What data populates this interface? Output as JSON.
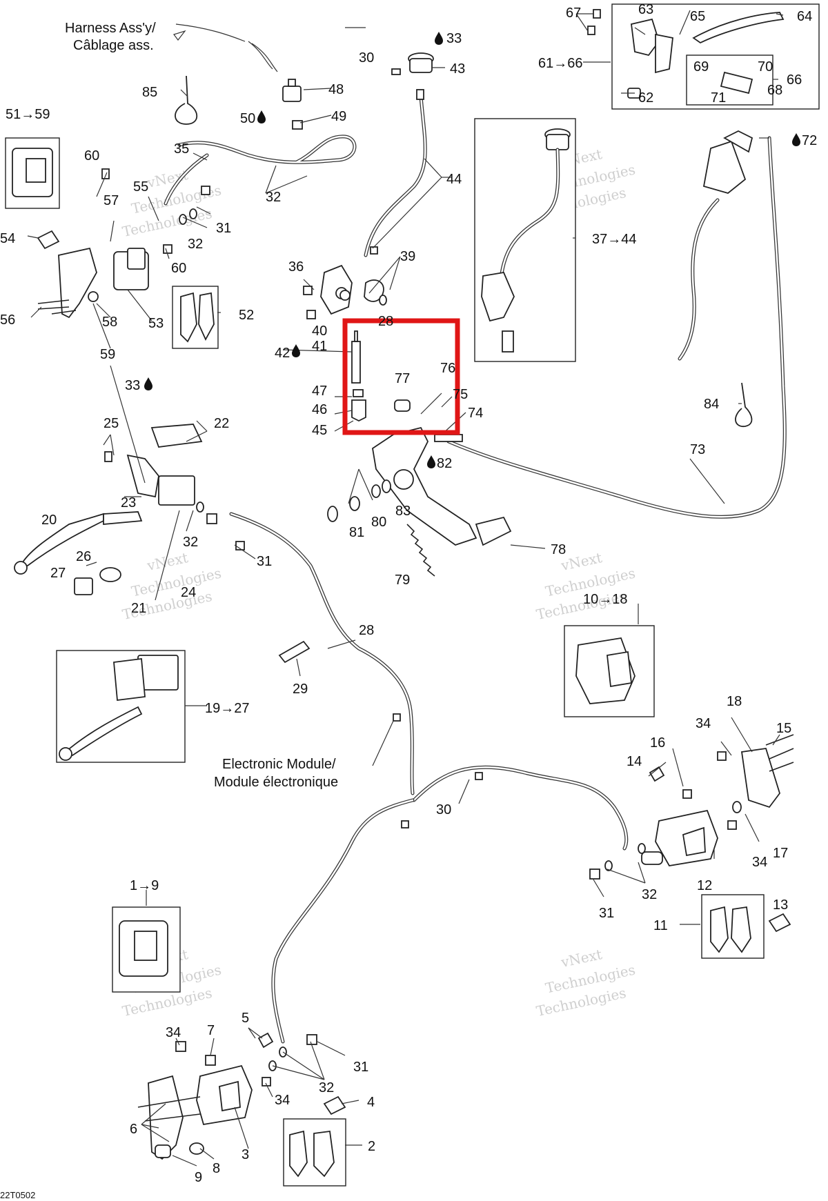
{
  "figure_code": "22T0502",
  "texts": {
    "harness_en": "Harness Ass'y/",
    "harness_fr": "Câblage ass.",
    "module_en": "Electronic Module/",
    "module_fr": "Module électronique"
  },
  "callouts": [
    {
      "id": "c1-9",
      "label": "1→9"
    },
    {
      "id": "c2",
      "label": "2"
    },
    {
      "id": "c3",
      "label": "3"
    },
    {
      "id": "c4",
      "label": "4"
    },
    {
      "id": "c5-top",
      "label": "5"
    },
    {
      "id": "c6",
      "label": "6"
    },
    {
      "id": "c7",
      "label": "7"
    },
    {
      "id": "c8",
      "label": "8"
    },
    {
      "id": "c9",
      "label": "9"
    },
    {
      "id": "c10-18",
      "label": "10→18"
    },
    {
      "id": "c11",
      "label": "11"
    },
    {
      "id": "c12",
      "label": "12"
    },
    {
      "id": "c13",
      "label": "13"
    },
    {
      "id": "c14",
      "label": "14"
    },
    {
      "id": "c15",
      "label": "15"
    },
    {
      "id": "c16",
      "label": "16"
    },
    {
      "id": "c17",
      "label": "17"
    },
    {
      "id": "c18",
      "label": "18"
    },
    {
      "id": "c19-27",
      "label": "19→27"
    },
    {
      "id": "c20",
      "label": "20"
    },
    {
      "id": "c21",
      "label": "21"
    },
    {
      "id": "c22",
      "label": "22"
    },
    {
      "id": "c23",
      "label": "23"
    },
    {
      "id": "c24",
      "label": "24"
    },
    {
      "id": "c25",
      "label": "25"
    },
    {
      "id": "c26",
      "label": "26"
    },
    {
      "id": "c27",
      "label": "27"
    },
    {
      "id": "c28",
      "label": "28"
    },
    {
      "id": "c28b",
      "label": "28"
    },
    {
      "id": "c29",
      "label": "29"
    },
    {
      "id": "c30-top",
      "label": "30"
    },
    {
      "id": "c30-mid",
      "label": "30"
    },
    {
      "id": "c31-a",
      "label": "31"
    },
    {
      "id": "c31-b",
      "label": "31"
    },
    {
      "id": "c31-c",
      "label": "31"
    },
    {
      "id": "c31-d",
      "label": "31"
    },
    {
      "id": "c32-a",
      "label": "32"
    },
    {
      "id": "c32-b",
      "label": "32"
    },
    {
      "id": "c32-c",
      "label": "32"
    },
    {
      "id": "c32-d",
      "label": "32"
    },
    {
      "id": "c32-e",
      "label": "32"
    },
    {
      "id": "c33-top",
      "label": "33"
    },
    {
      "id": "c33-left",
      "label": "33"
    },
    {
      "id": "c34-a",
      "label": "34"
    },
    {
      "id": "c34-b",
      "label": "34"
    },
    {
      "id": "c34-c",
      "label": "34"
    },
    {
      "id": "c34-d",
      "label": "34"
    },
    {
      "id": "c35",
      "label": "35"
    },
    {
      "id": "c36",
      "label": "36"
    },
    {
      "id": "c37-44",
      "label": "37→44"
    },
    {
      "id": "c39",
      "label": "39"
    },
    {
      "id": "c40",
      "label": "40"
    },
    {
      "id": "c41",
      "label": "41"
    },
    {
      "id": "c42",
      "label": "42"
    },
    {
      "id": "c43",
      "label": "43"
    },
    {
      "id": "c44",
      "label": "44"
    },
    {
      "id": "c45",
      "label": "45"
    },
    {
      "id": "c46",
      "label": "46"
    },
    {
      "id": "c47",
      "label": "47"
    },
    {
      "id": "c48",
      "label": "48"
    },
    {
      "id": "c49",
      "label": "49"
    },
    {
      "id": "c50",
      "label": "50"
    },
    {
      "id": "c51-59",
      "label": "51→59"
    },
    {
      "id": "c52",
      "label": "52"
    },
    {
      "id": "c53",
      "label": "53"
    },
    {
      "id": "c54",
      "label": "54"
    },
    {
      "id": "c55",
      "label": "55"
    },
    {
      "id": "c56",
      "label": "56"
    },
    {
      "id": "c57",
      "label": "57"
    },
    {
      "id": "c58",
      "label": "58"
    },
    {
      "id": "c59",
      "label": "59"
    },
    {
      "id": "c60-a",
      "label": "60"
    },
    {
      "id": "c60-b",
      "label": "60"
    },
    {
      "id": "c61-66",
      "label": "61→66"
    },
    {
      "id": "c62",
      "label": "62"
    },
    {
      "id": "c63",
      "label": "63"
    },
    {
      "id": "c64",
      "label": "64"
    },
    {
      "id": "c65",
      "label": "65"
    },
    {
      "id": "c66",
      "label": "66"
    },
    {
      "id": "c67",
      "label": "67"
    },
    {
      "id": "c68",
      "label": "68"
    },
    {
      "id": "c69",
      "label": "69"
    },
    {
      "id": "c70",
      "label": "70"
    },
    {
      "id": "c71",
      "label": "71"
    },
    {
      "id": "c72",
      "label": "72"
    },
    {
      "id": "c73",
      "label": "73"
    },
    {
      "id": "c74",
      "label": "74"
    },
    {
      "id": "c75",
      "label": "75"
    },
    {
      "id": "c76",
      "label": "76"
    },
    {
      "id": "c77",
      "label": "77"
    },
    {
      "id": "c78",
      "label": "78"
    },
    {
      "id": "c79",
      "label": "79"
    },
    {
      "id": "c80",
      "label": "80"
    },
    {
      "id": "c81",
      "label": "81"
    },
    {
      "id": "c82",
      "label": "82"
    },
    {
      "id": "c83",
      "label": "83"
    },
    {
      "id": "c84",
      "label": "84"
    },
    {
      "id": "c85",
      "label": "85"
    }
  ],
  "watermarks": [
    {
      "line1": "vNext",
      "line2": "Technologies",
      "line3": "Technologies"
    }
  ],
  "highlight_color": "#e01616"
}
